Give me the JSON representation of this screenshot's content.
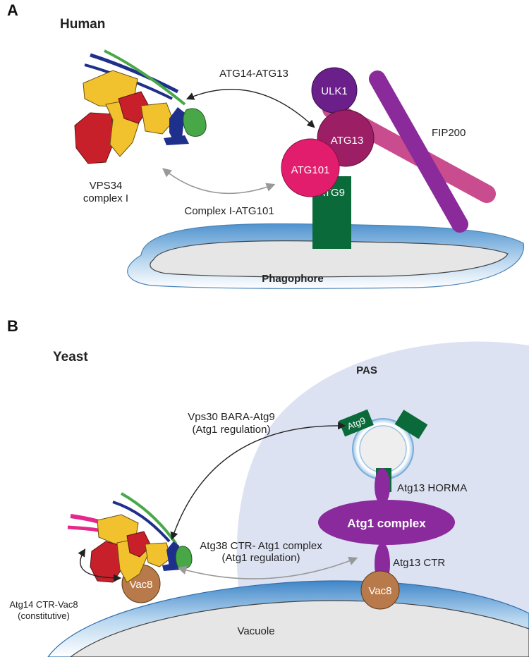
{
  "panel_a": {
    "letter": "A",
    "organism": "Human",
    "interaction_top": "ATG14-ATG13",
    "interaction_bottom": "Complex I-ATG101",
    "complex_label_line1": "VPS34",
    "complex_label_line2": "complex I",
    "proteins": {
      "ulk1": "ULK1",
      "atg13": "ATG13",
      "atg101": "ATG101",
      "atg9": "ATG9",
      "fip200": "FIP200"
    },
    "membrane": "Phagophore"
  },
  "panel_b": {
    "letter": "B",
    "organism": "Yeast",
    "region": "PAS",
    "interaction_top_line1": "Vps30 BARA-Atg9",
    "interaction_top_line2": "(Atg1 regulation)",
    "interaction_mid_line1": "Atg38 CTR- Atg1 complex",
    "interaction_mid_line2": "(Atg1 regulation)",
    "interaction_left_line1": "Atg14 CTR-Vac8",
    "interaction_left_line2": "(constitutive)",
    "proteins": {
      "atg9": "Atg9",
      "atg13_horma": "Atg13 HORMA",
      "atg1_complex": "Atg1 complex",
      "atg13_ctr": "Atg13 CTR",
      "vac8_left": "Vac8",
      "vac8_right": "Vac8"
    },
    "membrane": "Vacuole"
  },
  "colors": {
    "yellow": "#f2c22e",
    "red": "#c8202a",
    "blue": "#1f2f8c",
    "green": "#48a848",
    "magenta": "#e4288c",
    "ulk1": "#6a1f8a",
    "atg13": "#9c1f66",
    "atg101": "#e31d6e",
    "atg9": "#0b6a3a",
    "fip200_purple": "#8b2a9b",
    "fip200_pink": "#c94d8e",
    "atg1_complex": "#8a2a9c",
    "vac8": "#b87a4a",
    "pas_bg": "#dde2f3",
    "membrane_blue": "#7fb2dc"
  }
}
